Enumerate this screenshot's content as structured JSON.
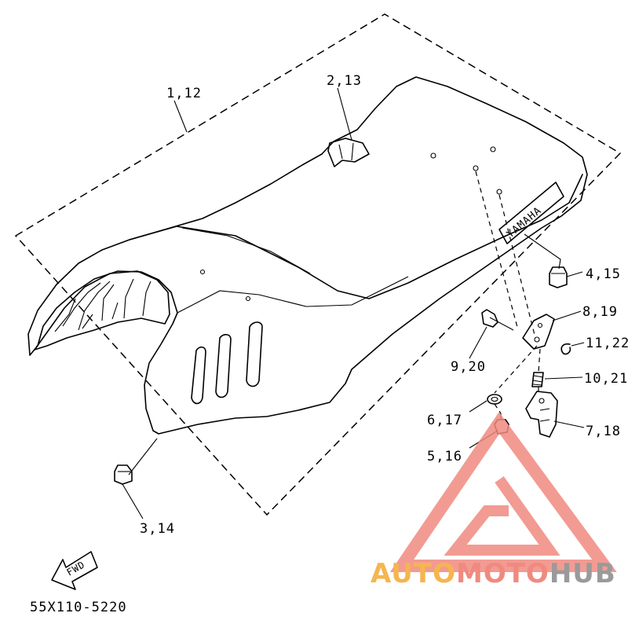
{
  "diagram": {
    "callouts": [
      {
        "id": "c1",
        "label": "1,12"
      },
      {
        "id": "c2",
        "label": "2,13"
      },
      {
        "id": "c3",
        "label": "3,14"
      },
      {
        "id": "c4",
        "label": "4,15"
      },
      {
        "id": "c5",
        "label": "5,16"
      },
      {
        "id": "c6",
        "label": "6,17"
      },
      {
        "id": "c7",
        "label": "7,18"
      },
      {
        "id": "c8",
        "label": "8,19"
      },
      {
        "id": "c9",
        "label": "9,20"
      },
      {
        "id": "c10",
        "label": "10,21"
      },
      {
        "id": "c11",
        "label": "11,22"
      }
    ],
    "seat_brand": "YAMAHA",
    "fwd_label": "FWD",
    "part_code": "55X110-5220"
  },
  "watermark": {
    "text_part1": "AUTO",
    "text_part2": "MOTO",
    "text_part3": "HUB",
    "color_part1": "#f5b54f",
    "color_part2": "#f08a80",
    "color_part3": "#9a9a9a",
    "logo_color": "#f08a80"
  }
}
